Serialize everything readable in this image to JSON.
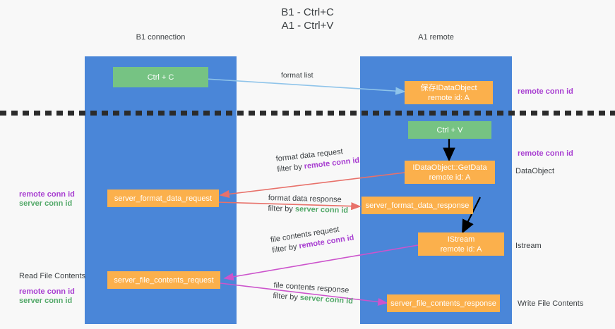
{
  "title": "B1 - Ctrl+C\nA1 - Ctrl+V",
  "lanes": [
    {
      "name": "B1",
      "sub": "connection",
      "label": "B1\nconnection"
    },
    {
      "name": "A1",
      "sub": "remote",
      "label": "A1\nremote"
    }
  ],
  "nodes": {
    "ctrl_c": "Ctrl + C",
    "ctrl_v": "Ctrl + V",
    "save_idataobject": "保存IDataObject\nremote id: A",
    "getdata": "IDataObject::GetData\nremote id: A",
    "istream": "IStream\nremote id: A",
    "server_format_data_request": "server_format_data_request",
    "server_format_data_response": "server_format_data_response",
    "server_file_contents_request": "server_file_contents_request",
    "server_file_contents_response": "server_file_contents_response"
  },
  "edges": {
    "format_list": "format list",
    "format_data_request": "format data request",
    "format_data_request_filter_prefix": "filter by ",
    "format_data_request_filter_id": "remote conn id",
    "format_data_response": "format data response",
    "format_data_response_filter_prefix": "filter by ",
    "format_data_response_filter_id": "server conn id",
    "file_contents_request": "file contents request",
    "file_contents_request_filter_prefix": "filter by ",
    "file_contents_request_filter_id": "remote conn id",
    "file_contents_response": "file contents response",
    "file_contents_response_filter_prefix": "filter by ",
    "file_contents_response_filter_id": "server conn id"
  },
  "annotations": {
    "right_remote_conn_id_top": "remote conn id",
    "right_remote_conn_id_mid": "remote conn id",
    "right_dataobject": "DataObject",
    "right_istream": "Istream",
    "right_write_file_contents": "Write File Contents",
    "left_remote_conn_id_1": "remote conn id",
    "left_server_conn_id_1": "server conn id",
    "left_read_file_contents": "Read File Contents",
    "left_remote_conn_id_2": "remote conn id",
    "left_server_conn_id_2": "server conn id"
  },
  "colors": {
    "lane": "#4a86d8",
    "green_node": "#76c383",
    "orange_node": "#fbb04c",
    "background": "#f8f8f8",
    "purple_text": "#a83fd1",
    "green_text": "#54a96a",
    "light_blue_arrow": "#8fc4ea",
    "red_arrow": "#e8716a",
    "magenta_arrow": "#cc54cc",
    "black_arrow": "#000000",
    "divider": "#2b2b2b"
  }
}
